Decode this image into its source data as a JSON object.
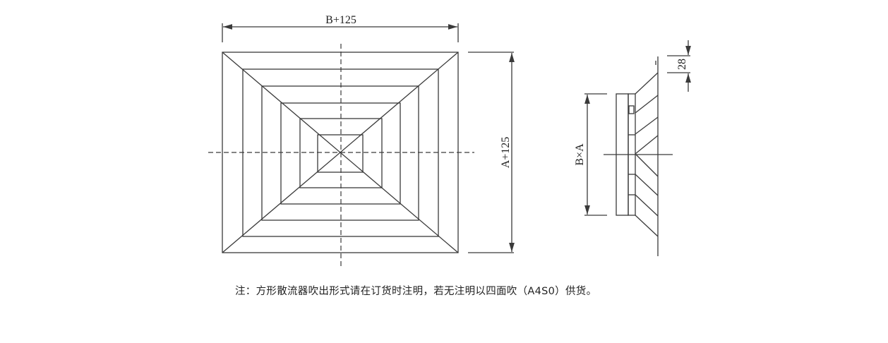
{
  "drawing": {
    "top_dimension": "B+125",
    "right_dimension": "A+125",
    "side_dimension": "B×A",
    "depth_dimension": "28",
    "line_color": "#3a3a3a"
  },
  "note": "注：方形散流器吹出形式请在订货时注明，若无注明以四面吹（A4S0）供货。"
}
